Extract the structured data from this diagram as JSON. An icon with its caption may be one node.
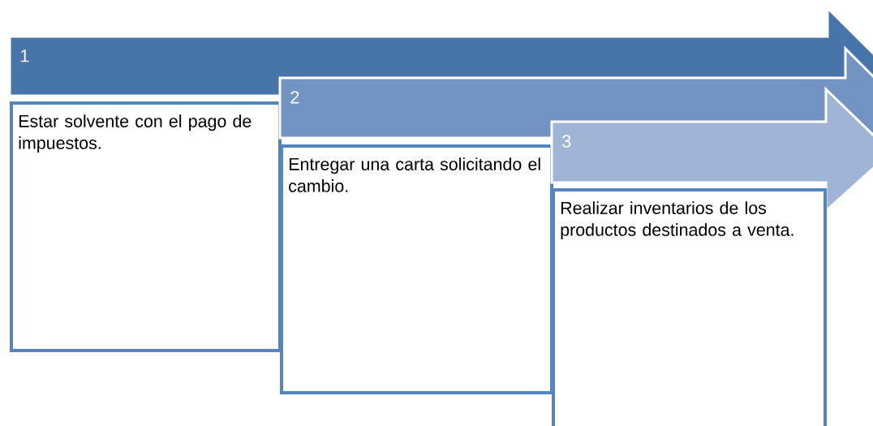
{
  "diagram": {
    "nodes": [
      {
        "text": [
          "1"
        ]
      },
      {
        "text": [
          "Estar solvente con el pago de impuestos."
        ]
      },
      {
        "text": [
          "2"
        ]
      },
      {
        "text": [
          "Entregar una carta solicitando el cambio."
        ]
      },
      {
        "text": [
          "3"
        ]
      },
      {
        "text": [
          "Realizar inventarios de los productos destinados a venta."
        ]
      }
    ]
  }
}
